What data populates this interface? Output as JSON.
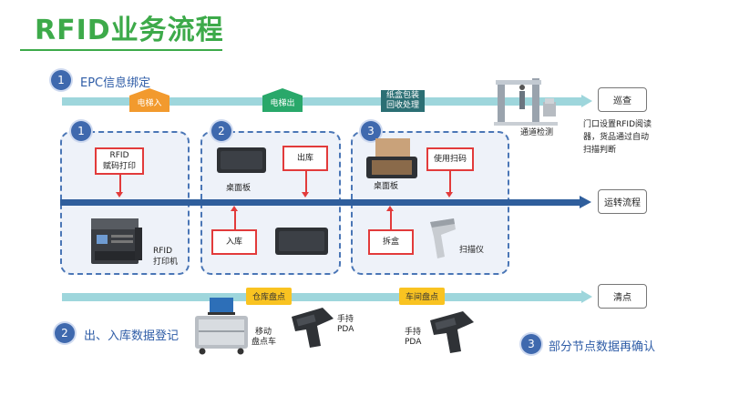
{
  "title": "RFID业务流程",
  "sections": {
    "s1": {
      "num": "1",
      "label": "EPC信息绑定"
    },
    "s2": {
      "num": "2",
      "label": "出、入库数据登记"
    },
    "s3": {
      "num": "3",
      "label": "部分节点数据再确认"
    }
  },
  "top_flow": {
    "tag_in": "电梯入",
    "tag_out": "电梯出",
    "tag_pack_line1": "纸盒包装",
    "tag_pack_line2": "回收处理",
    "gate_label": "通道检测",
    "end_box": "巡查",
    "end_note_line1": "门口设置RFID阅读",
    "end_note_line2": "器，货品通过自动",
    "end_note_line3": "扫描判断"
  },
  "middle_flow": {
    "end_box": "运转流程",
    "panel1": {
      "num": "1",
      "box_line1": "RFID",
      "box_line2": "赋码打印",
      "printer_line1": "RFID",
      "printer_line2": "打印机"
    },
    "panel2": {
      "num": "2",
      "desk_label": "桌面板",
      "box_out": "出库",
      "box_in": "入库"
    },
    "panel3": {
      "num": "3",
      "desk_label": "桌面板",
      "box_use": "使用扫码",
      "box_open": "拆盒",
      "scanner_label": "扫描仪"
    }
  },
  "bottom_flow": {
    "tag_warehouse": "仓库盘点",
    "tag_workshop": "车间盘点",
    "cart_line1": "移动",
    "cart_line2": "盘点车",
    "pda1_line1": "手持",
    "pda1_line2": "PDA",
    "pda2_line1": "手持",
    "pda2_line2": "PDA",
    "end_box": "清点"
  },
  "colors": {
    "title_green": "#3daa4a",
    "light_bar": "#9ed6dc",
    "dark_bar": "#2f5e9c",
    "step_circle": "#3f69ae",
    "red_outline": "#e23b3b",
    "tag_orange": "#f29a2e",
    "tag_green": "#29a86a",
    "tag_teal": "#2b6f74",
    "tag_yellow": "#f9c321"
  }
}
